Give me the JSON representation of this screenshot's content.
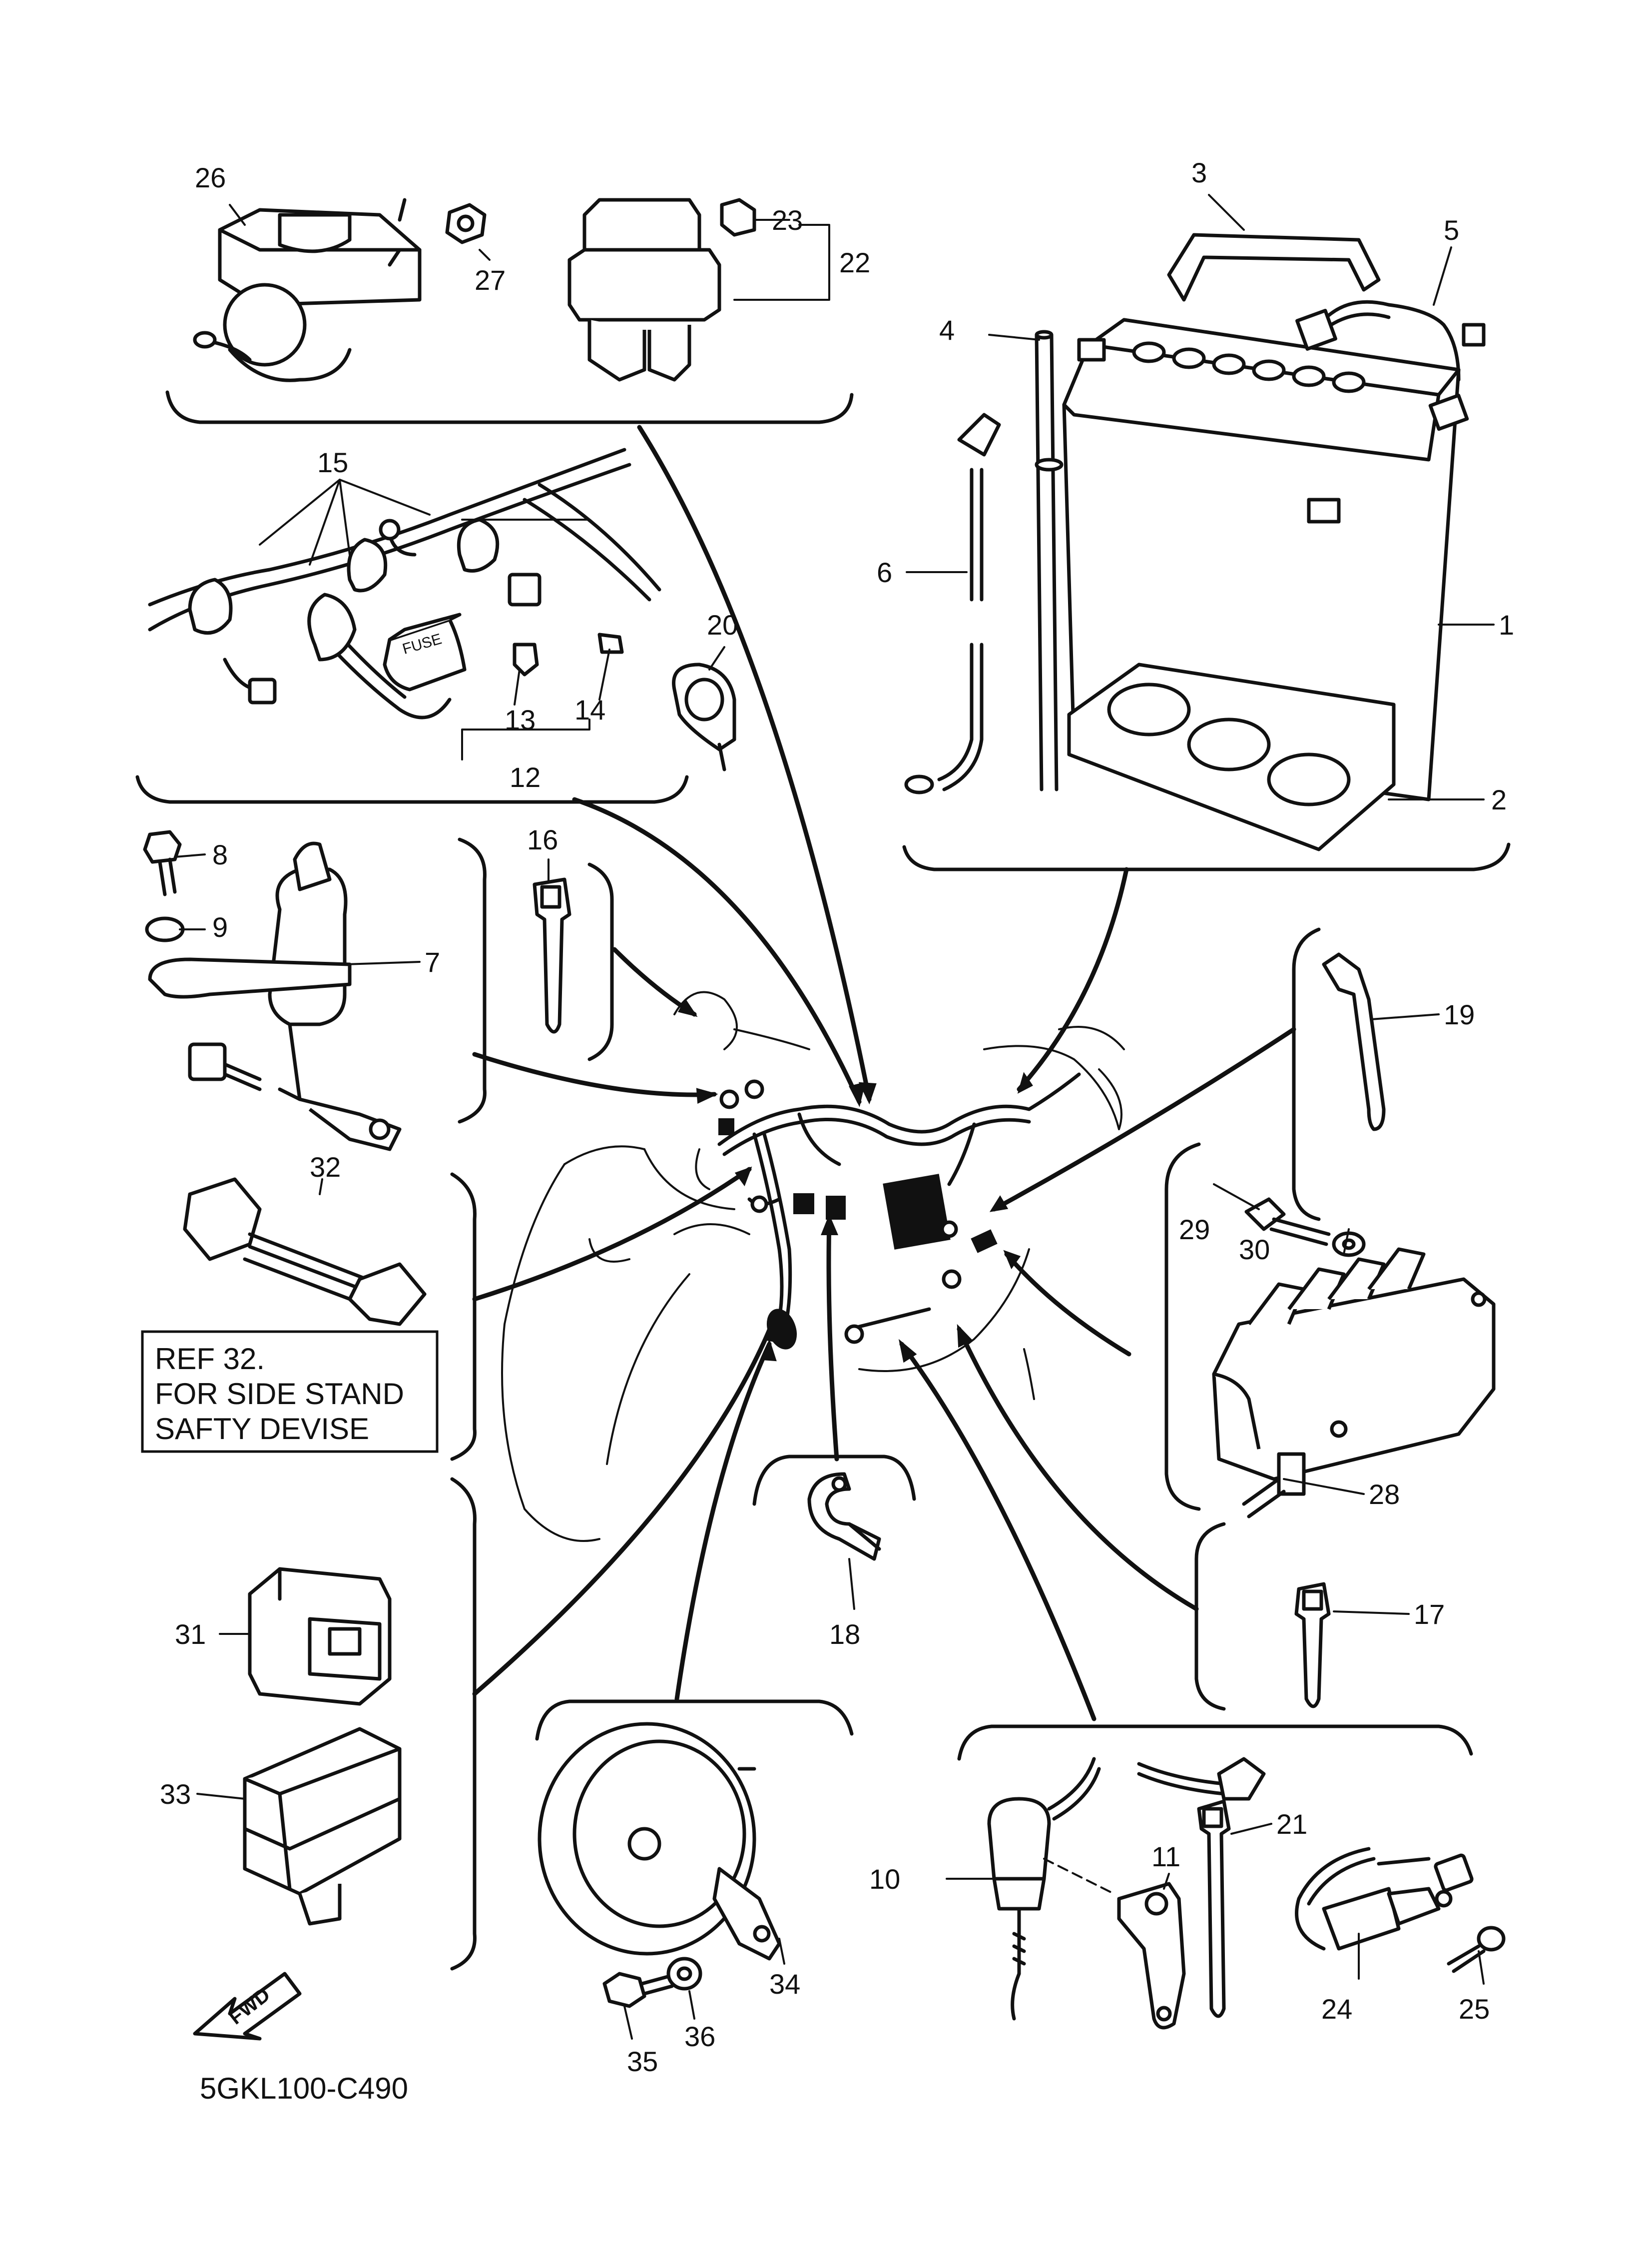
{
  "callouts": {
    "c1": "1",
    "c2": "2",
    "c3": "3",
    "c4": "4",
    "c5": "5",
    "c6": "6",
    "c7": "7",
    "c8": "8",
    "c9": "9",
    "c10": "10",
    "c11": "11",
    "c12": "12",
    "c13": "13",
    "c14": "14",
    "c15": "15",
    "c16": "16",
    "c17": "17",
    "c18": "18",
    "c19": "19",
    "c20": "20",
    "c21": "21",
    "c22": "22",
    "c23": "23",
    "c24": "24",
    "c25": "25",
    "c26": "26",
    "c27": "27",
    "c28": "28",
    "c29": "29",
    "c30": "30",
    "c31": "31",
    "c32": "32",
    "c33": "33",
    "c34": "34",
    "c35": "35",
    "c36": "36"
  },
  "note": {
    "line1": "REF 32.",
    "line2": "FOR SIDE STAND",
    "line3": "SAFTY DEVISE"
  },
  "fwd_label": "FWD",
  "fuse_label": "FUSE",
  "diagram_code": "5GKL100-C490"
}
